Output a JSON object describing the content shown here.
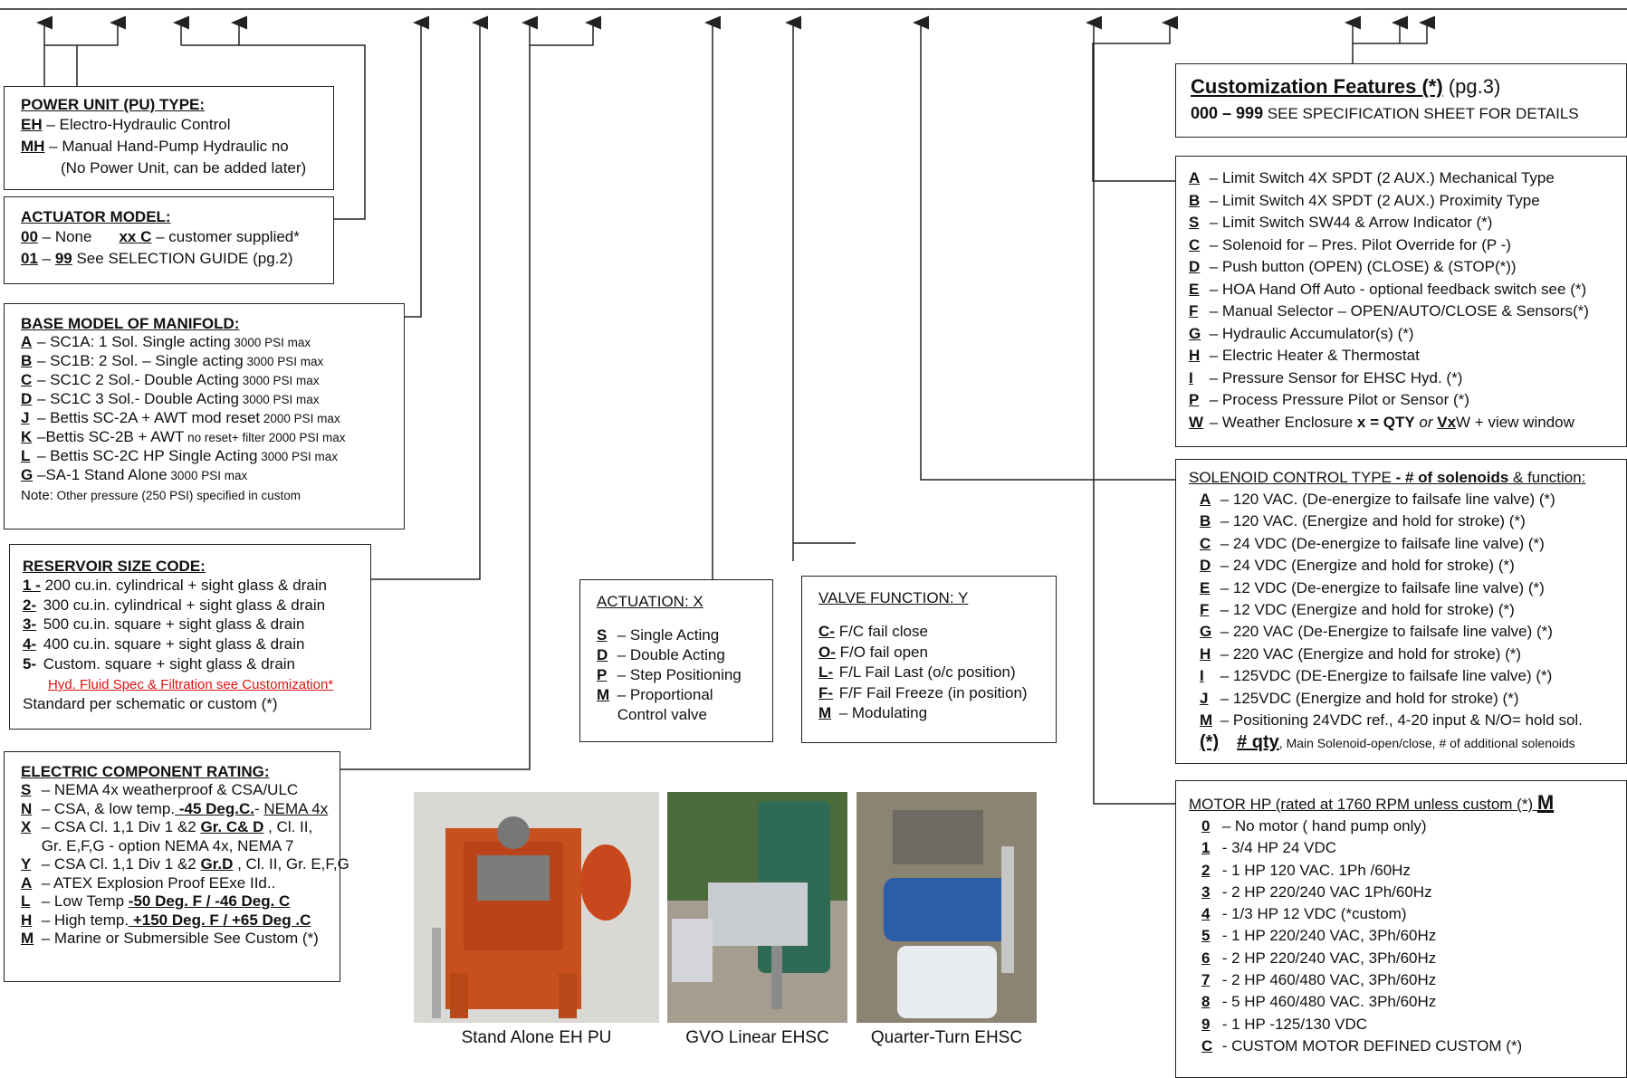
{
  "power_unit": {
    "title": "POWER UNIT (PU) TYPE:",
    "items": [
      {
        "code": "EH",
        "text": " – Electro-Hydraulic Control"
      },
      {
        "code": "MH",
        "text": " – Manual Hand-Pump Hydraulic no"
      },
      {
        "code": "",
        "text": "(No Power Unit, can be added later)"
      }
    ]
  },
  "actuator_model": {
    "title": "ACTUATOR MODEL:",
    "line1_code": "00",
    "line1_text": " – None",
    "line1_code2": "xx C",
    "line1_text2": " – customer supplied*",
    "line2_code": "01",
    "line2_sep": " – ",
    "line2_code2": "99",
    "line2_text": "  See SELECTION GUIDE (pg.2)"
  },
  "base_model": {
    "title": "BASE MODEL OF MANIFOLD:",
    "items": [
      {
        "code": "A",
        "text": "– SC1A: 1 Sol. Single acting",
        "small": " 3000 PSI max"
      },
      {
        "code": "B",
        "text": "– SC1B: 2 Sol. – Single acting",
        "small": " 3000 PSI max"
      },
      {
        "code": "C",
        "text": "– SC1C  2 Sol.- Double Acting",
        "small": "  3000 PSI max"
      },
      {
        "code": "D",
        "text": "– SC1C  3 Sol.- Double Acting",
        "small": "  3000 PSI max"
      },
      {
        "code": "J",
        "text": "– Bettis SC-2A + AWT mod reset",
        "small": " 2000 PSI max"
      },
      {
        "code": "K",
        "text": "–Bettis SC-2B + AWT",
        "small": " no reset+ filter 2000 PSI max"
      },
      {
        "code": "L",
        "text": "– Bettis SC-2C HP  Single Acting",
        "small": " 3000 PSI max"
      },
      {
        "code": "G",
        "text": "–SA-1 Stand Alone",
        "small": "  3000 PSI max"
      }
    ],
    "note_label": "Note:",
    "note": " Other pressure (250 PSI) specified in custom"
  },
  "reservoir": {
    "title": "RESERVOIR SIZE CODE:",
    "items": [
      {
        "code": "1 -",
        "text": " 200  cu.in.  cylindrical + sight glass & drain"
      },
      {
        "code": "2-",
        "text": "  300  cu.in.  cylindrical + sight glass & drain"
      },
      {
        "code": "3-",
        "text": "  500  cu.in.  square + sight glass & drain"
      },
      {
        "code": "4-",
        "text": "  400  cu.in.  square + sight glass & drain"
      }
    ],
    "item5_code": "5-",
    "item5_text": "  Custom. square + sight glass & drain",
    "red_note": "Hyd. Fluid Spec & Filtration see Customization*",
    "standard": "Standard per schematic or custom (*)"
  },
  "electric": {
    "title": "ELECTRIC COMPONENT RATING:",
    "items": [
      {
        "code": "S",
        "text": " – NEMA 4x weatherproof & CSA/ULC"
      },
      {
        "code": "N",
        "text": " – CSA, & low temp.",
        "u": " -45 Deg.C.",
        "text2": "-  ",
        "u2": "NEMA 4x"
      },
      {
        "code": "X",
        "text": " – CSA Cl. 1,1 Div 1 &2  ",
        "u": "Gr. C& D",
        "text2": " , Cl. II,"
      },
      {
        "code": "",
        "text": "      Gr. E,F,G -   option NEMA 4x, NEMA 7"
      },
      {
        "code": "Y",
        "text": " – CSA Cl. 1,1 Div 1 &2  ",
        "u": "Gr.D",
        "text2": " , Cl. II, Gr. E,F,G"
      },
      {
        "code": "A",
        "text": " –  ATEX Explosion Proof EExe IId.."
      },
      {
        "code": "L",
        "text": " –   Low Temp ",
        "u": "-50 Deg. F / -46 Deg. C"
      },
      {
        "code": "H",
        "text": " –   High  temp.",
        "u": " +150 Deg. F / +65 Deg .C"
      },
      {
        "code": "M",
        "text": " –   Marine or Submersible See Custom (*)"
      }
    ]
  },
  "actuation": {
    "title": "ACTUATION:  X",
    "items": [
      {
        "code": "S",
        "text": " –  Single Acting"
      },
      {
        "code": "D",
        "text": " –  Double Acting"
      },
      {
        "code": "P",
        "text": " –  Step Positioning"
      },
      {
        "code": "M",
        "text": " –  Proportional"
      },
      {
        "code": "",
        "text": "        Control valve"
      }
    ]
  },
  "valve_function": {
    "title": "VALVE FUNCTION:  Y",
    "items": [
      {
        "code": "C-",
        "text": " F/C  fail close"
      },
      {
        "code": "O-",
        "text": " F/O  fail open"
      },
      {
        "code": "L-",
        "text": " F/L Fail Last (o/c position)"
      },
      {
        "code": "F-",
        "text": " F/F Fail Freeze (in position)"
      },
      {
        "code": "M",
        "text": " –  Modulating"
      }
    ]
  },
  "customization": {
    "title": "Customization Features (*)",
    "page": "   (pg.3)",
    "range": "000 – 999",
    "desc": " SEE SPECIFICATION SHEET FOR DETAILS"
  },
  "options": {
    "items": [
      {
        "code": "A",
        "text": " –   Limit Switch 4X SPDT (2 AUX.) Mechanical Type"
      },
      {
        "code": "B",
        "text": " –   Limit Switch 4X SPDT (2 AUX.) Proximity Type"
      },
      {
        "code": "S",
        "text": "  –  Limit Switch SW44 & Arrow Indicator (*)"
      },
      {
        "code": "C",
        "text": " –   Solenoid for – Pres. Pilot Override for (P -)"
      },
      {
        "code": "D",
        "text": " –   Push button (OPEN)  (CLOSE) & (STOP(*))"
      },
      {
        "code": "E",
        "text": " –   HOA Hand Off Auto - optional feedback switch see (*)"
      },
      {
        "code": "F",
        "text": " –   Manual Selector – OPEN/AUTO/CLOSE  & Sensors(*)"
      },
      {
        "code": "G",
        "text": " –  Hydraulic Accumulator(s)  (*)"
      },
      {
        "code": "H",
        "text": "  –  Electric Heater & Thermostat"
      },
      {
        "code": "I",
        "text": "  –   Pressure Sensor for EHSC Hyd. (*)"
      },
      {
        "code": "P",
        "text": "  –  Process Pressure Pilot or Sensor (*)"
      },
      {
        "code": "W",
        "text": " – Weather Enclosure ",
        "bold": "x = QTY",
        "italic": "  or  ",
        "code2": "Vx",
        "text2": "W + view window"
      }
    ]
  },
  "solenoid": {
    "title": "SOLENOID CONTROL TYPE",
    "title_bold": "  - # of solenoids",
    "title_end": " & function:",
    "items": [
      {
        "code": "A",
        "text": " –  120 VAC.  (De-energize to failsafe line valve) (*)"
      },
      {
        "code": "B",
        "text": " –  120 VAC.  (Energize and hold for stroke) (*)"
      },
      {
        "code": "C",
        "text": " –   24  VDC   (De-energize to failsafe line valve) (*)"
      },
      {
        "code": "D",
        "text": " –   24  VDC   (Energize and hold for stroke) (*)"
      },
      {
        "code": "E",
        "text": " –   12  VDC   (De-energize to failsafe line valve) (*)"
      },
      {
        "code": "F",
        "text": " –   12  VDC   (Energize and hold for stroke) (*)"
      },
      {
        "code": "G",
        "text": "  –  220 VAC  (De-Energize to failsafe line valve) (*)"
      },
      {
        "code": "H",
        "text": "  –  220 VAC  (Energize and hold for stroke) (*)"
      },
      {
        "code": "I",
        "text": "   – 125VDC  (DE-Energize to failsafe line valve) (*)"
      },
      {
        "code": "J",
        "text": "  –  125VDC  (Energize and hold for stroke) (*)"
      },
      {
        "code": "M",
        "text": " –   Positioning 24VDC ref., 4-20 input & N/O= hold sol."
      }
    ],
    "footer_star": "(*)",
    "footer_qty": "# qty",
    "footer_text": ", Main Solenoid-open/close, # of additional solenoids"
  },
  "motor": {
    "title": "MOTOR  HP  (rated at 1760 RPM  unless custom (*)",
    "title_code": "M",
    "items": [
      {
        "code": "0",
        "text": " –  No motor ( hand pump only)"
      },
      {
        "code": "1",
        "text": " -   3/4  HP  24 VDC"
      },
      {
        "code": "2",
        "text": " -   1  HP  120  VAC. 1Ph /60Hz"
      },
      {
        "code": "3",
        "text": " -  2  HP  220/240  VAC   1Ph/60Hz"
      },
      {
        "code": "4",
        "text": " -   1/3 HP 12 VDC  (*custom)"
      },
      {
        "code": "5",
        "text": " -   1 HP  220/240 VAC, 3Ph/60Hz"
      },
      {
        "code": "6",
        "text": " -   2 HP  220/240 VAC, 3Ph/60Hz"
      },
      {
        "code": "7",
        "text": " -   2 HP  460/480 VAC, 3Ph/60Hz"
      },
      {
        "code": "8",
        "text": " -   5 HP  460/480 VAC. 3Ph/60Hz"
      },
      {
        "code": "9",
        "text": " -   1 HP  -125/130 VDC"
      },
      {
        "code": "C",
        "text": " -    CUSTOM MOTOR DEFINED CUSTOM (*)"
      }
    ]
  },
  "photos": [
    {
      "caption": "Stand Alone EH PU"
    },
    {
      "caption": "GVO Linear EHSC"
    },
    {
      "caption": "Quarter-Turn EHSC"
    }
  ],
  "colors": {
    "red_note": "#d11111",
    "pu_orange": "#c8501e",
    "motor_blue": "#2a5fa8"
  }
}
